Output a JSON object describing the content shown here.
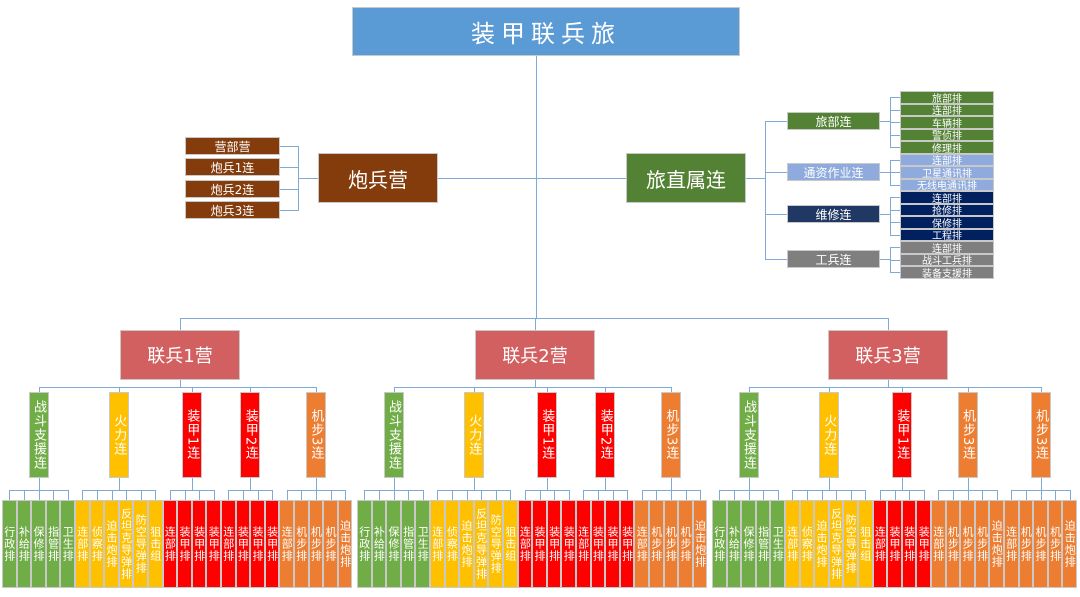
{
  "line_color": "#7fa9d6",
  "brigade": {
    "label": "装甲联兵旅",
    "color": "#5b9bd5"
  },
  "artillery": {
    "label": "炮兵营",
    "color": "#843c0c",
    "units": [
      "营部营",
      "炮兵1连",
      "炮兵2连",
      "炮兵3连"
    ]
  },
  "direct": {
    "label": "旅直属连",
    "color": "#548235",
    "companies": [
      {
        "label": "旅部连",
        "color": "#548235",
        "platoons": [
          "旅部排",
          "连部排",
          "车辆排",
          "警侦排",
          "修理排"
        ]
      },
      {
        "label": "通资作业连",
        "color": "#8faadc",
        "platoons": [
          "连部排",
          "卫星通讯排",
          "无线电通讯排"
        ]
      },
      {
        "label": "维修连",
        "color": "#1f3864",
        "platoon_color": "#002060",
        "platoons": [
          "连部排",
          "抢修排",
          "保修排",
          "工程排"
        ]
      },
      {
        "label": "工兵连",
        "color": "#7f7f7f",
        "platoons": [
          "连部排",
          "战斗工兵排",
          "装备支援排"
        ]
      }
    ]
  },
  "battalions": [
    {
      "label": "联兵1营",
      "color": "#d36060",
      "companies": [
        {
          "label": "战斗支援连",
          "color": "#70ad47",
          "platoons": [
            "行政排",
            "补给排",
            "保修排",
            "指管排",
            "卫生排"
          ]
        },
        {
          "label": "火力连",
          "color": "#ffc000",
          "platoons": [
            "连部排",
            "侦察排",
            "迫击炮排",
            "反坦克导弹排",
            "防空导弹排",
            "狙击组"
          ]
        },
        {
          "label": "装甲1连",
          "color": "#ff0000",
          "platoons": [
            "连部排",
            "装甲排",
            "装甲排",
            "装甲排"
          ]
        },
        {
          "label": "装甲2连",
          "color": "#ff0000",
          "platoons": [
            "连部排",
            "装甲排",
            "装甲排",
            "装甲排"
          ]
        },
        {
          "label": "机步3连",
          "color": "#ed7d31",
          "platoons": [
            "连部排",
            "机步排",
            "机步排",
            "机步排",
            "迫击炮排"
          ]
        }
      ]
    },
    {
      "label": "联兵2营",
      "color": "#d36060",
      "companies": [
        {
          "label": "战斗支援连",
          "color": "#70ad47",
          "platoons": [
            "行政排",
            "补给排",
            "保修排",
            "指管排",
            "卫生排"
          ]
        },
        {
          "label": "火力连",
          "color": "#ffc000",
          "platoons": [
            "连部排",
            "侦察排",
            "迫击炮排",
            "反坦克导弹排",
            "防空导弹排",
            "狙击组"
          ]
        },
        {
          "label": "装甲1连",
          "color": "#ff0000",
          "platoons": [
            "连部排",
            "装甲排",
            "装甲排",
            "装甲排"
          ]
        },
        {
          "label": "装甲2连",
          "color": "#ff0000",
          "platoons": [
            "连部排",
            "装甲排",
            "装甲排",
            "装甲排"
          ]
        },
        {
          "label": "机步3连",
          "color": "#ed7d31",
          "platoons": [
            "连部排",
            "机步排",
            "机步排",
            "机步排",
            "迫击炮排"
          ]
        }
      ]
    },
    {
      "label": "联兵3营",
      "color": "#d36060",
      "companies": [
        {
          "label": "战斗支援连",
          "color": "#70ad47",
          "platoons": [
            "行政排",
            "补给排",
            "保修排",
            "指管排",
            "卫生排"
          ]
        },
        {
          "label": "火力连",
          "color": "#ffc000",
          "platoons": [
            "连部排",
            "侦察排",
            "迫击炮排",
            "反坦克导弹排",
            "防空导弹排",
            "狙击组"
          ]
        },
        {
          "label": "装甲1连",
          "color": "#ff0000",
          "platoons": [
            "连部排",
            "装甲排",
            "装甲排",
            "装甲排"
          ]
        },
        {
          "label": "机步3连",
          "color": "#ed7d31",
          "platoons": [
            "连部排",
            "机步排",
            "机步排",
            "机步排",
            "迫击炮排"
          ]
        },
        {
          "label": "机步3连",
          "color": "#ed7d31",
          "platoons": [
            "连部排",
            "机步排",
            "机步排",
            "机步排",
            "迫击炮排"
          ]
        }
      ]
    }
  ]
}
